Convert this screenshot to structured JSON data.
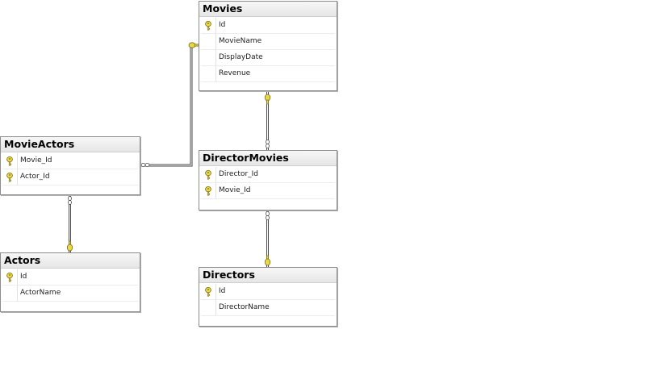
{
  "tables": [
    {
      "id": "movies",
      "name": "Movies",
      "columns": [
        {
          "name": "Id",
          "pk": true
        },
        {
          "name": "MovieName",
          "pk": false
        },
        {
          "name": "DisplayDate",
          "pk": false
        },
        {
          "name": "Revenue",
          "pk": false
        }
      ]
    },
    {
      "id": "movieactors",
      "name": "MovieActors",
      "columns": [
        {
          "name": "Movie_Id",
          "pk": true
        },
        {
          "name": "Actor_Id",
          "pk": true
        }
      ]
    },
    {
      "id": "directormovies",
      "name": "DirectorMovies",
      "columns": [
        {
          "name": "Director_Id",
          "pk": true
        },
        {
          "name": "Movie_Id",
          "pk": true
        }
      ]
    },
    {
      "id": "actors",
      "name": "Actors",
      "columns": [
        {
          "name": "Id",
          "pk": true
        },
        {
          "name": "ActorName",
          "pk": false
        }
      ]
    },
    {
      "id": "directors",
      "name": "Directors",
      "columns": [
        {
          "name": "Id",
          "pk": true
        },
        {
          "name": "DirectorName",
          "pk": false
        }
      ]
    }
  ],
  "relationships": [
    {
      "from": "movieactors",
      "to": "movies",
      "many_end": "movieactors",
      "one_end": "movies"
    },
    {
      "from": "movieactors",
      "to": "actors",
      "many_end": "movieactors",
      "one_end": "actors"
    },
    {
      "from": "directormovies",
      "to": "movies",
      "many_end": "directormovies",
      "one_end": "movies"
    },
    {
      "from": "directormovies",
      "to": "directors",
      "many_end": "directormovies",
      "one_end": "directors"
    }
  ],
  "colors": {
    "key": "#e8d84a",
    "key_outline": "#7a6a10",
    "connector": "#4a4a4a",
    "border": "#8c8c8c"
  }
}
